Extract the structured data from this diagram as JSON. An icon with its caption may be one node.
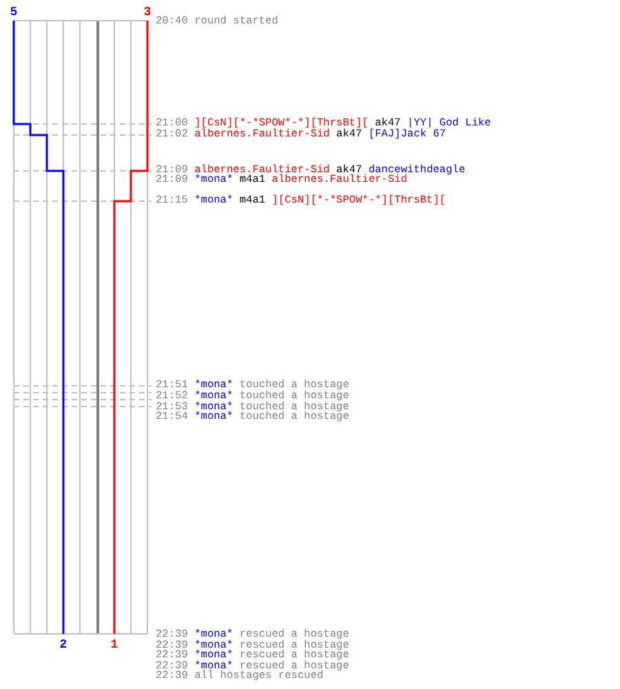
{
  "diagram": {
    "labels": [
      "5",
      "3",
      "20:40",
      "round started",
      "21:00",
      "][CsN][*-*SPOW*-*][ThrsBt][",
      "ak47",
      "|YY| God Like",
      "21:02",
      "albernes.Faultier-Sid",
      "ak47",
      "[FAJ]Jack 67",
      "21:09",
      "albernes.Faultier-Sid",
      "ak47",
      "dancewithdeagle",
      "21:09",
      "*mona*",
      "m4a1",
      "albernes.Faultier-Sid",
      "21:15",
      "*mona*",
      "m4a1",
      "][CsN][*-*SPOW*-*][ThrsBt][",
      "21:51",
      "*mona*",
      "touched a hostage",
      "21:52",
      "*mona*",
      "touched a hostage",
      "21:53",
      "*mona*",
      "touched a hostage",
      "21:54",
      "*mona*",
      "touched a hostage",
      "2",
      "1",
      "22:39",
      "*mona*",
      "rescued a hostage",
      "22:39",
      "*mona*",
      "rescued a hostage",
      "22:39",
      "*mona*",
      "rescued a hostage",
      "22:39",
      "*mona*",
      "rescued a hostage",
      "22:39",
      "all hostages rescued"
    ]
  }
}
